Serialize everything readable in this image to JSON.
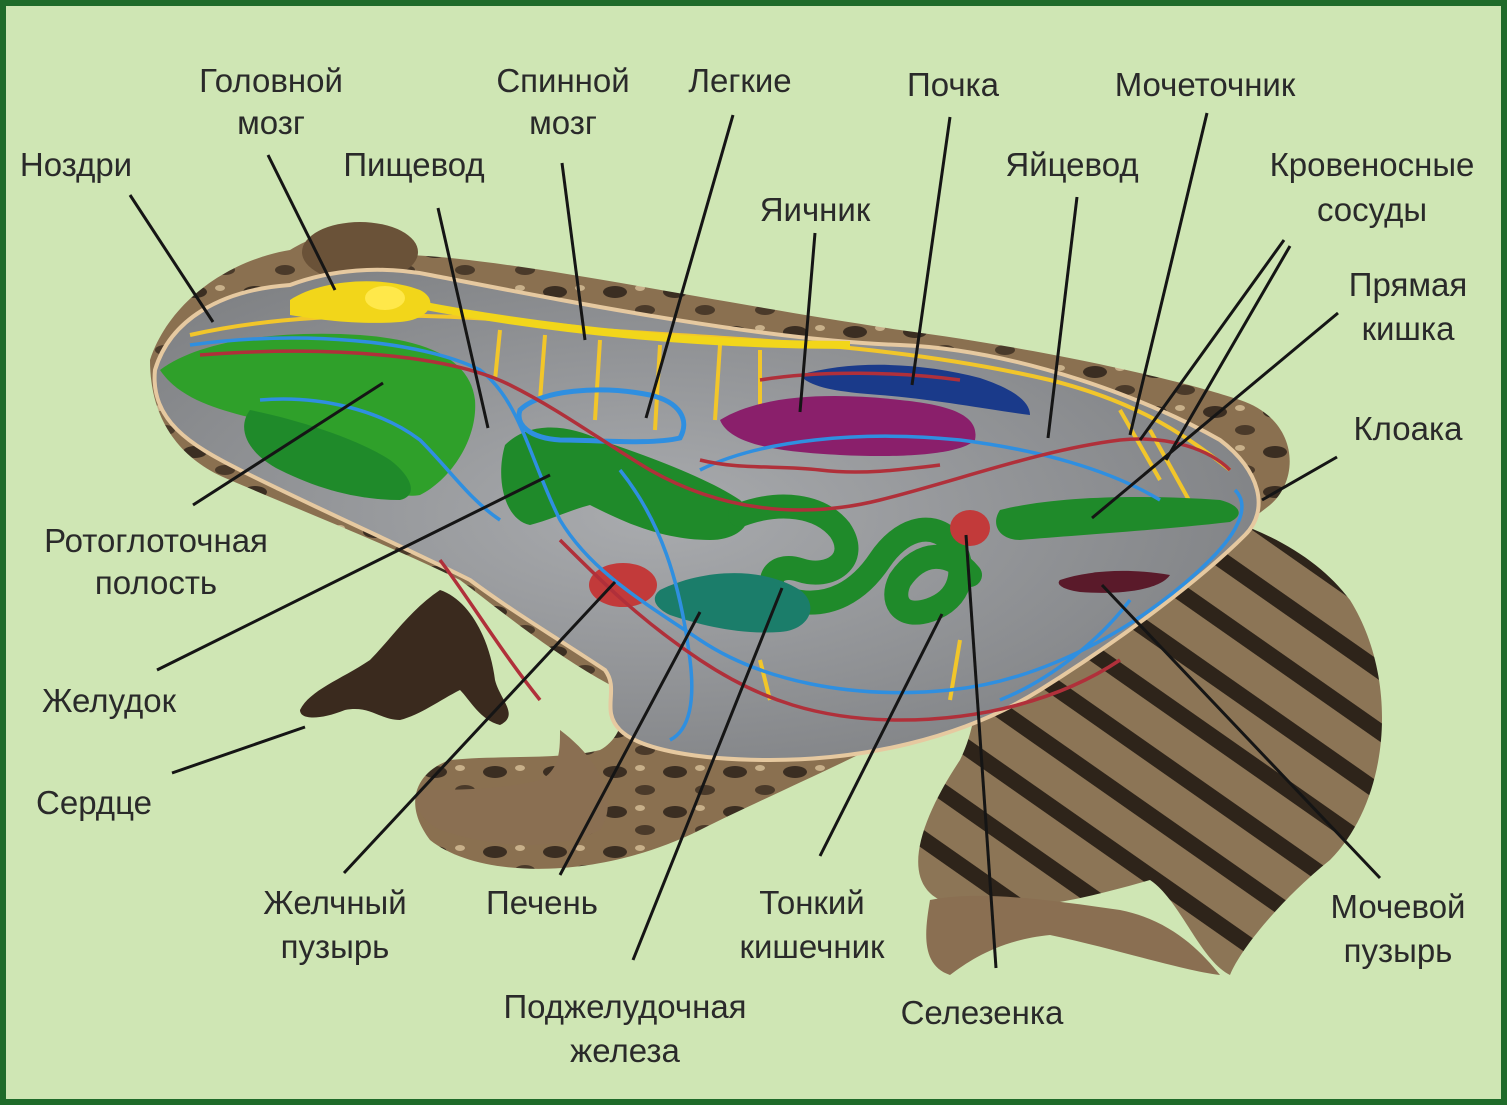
{
  "colors": {
    "background": "#cfe6b4",
    "frame": "#1f6b2a",
    "skin": "#7a6246",
    "skin_dark": "#3b2e22",
    "cavity": "#8d8f92",
    "digestive": "#1f8a2a",
    "mouth_cavity": "#3aa32a",
    "brain": "#f2d61a",
    "nerve": "#f2c62a",
    "vein": "#2f8fe0",
    "artery": "#b0303a",
    "ovary": "#8a1f6b",
    "pancreas": "#1b7d6a",
    "organ_red": "#c23a3a"
  },
  "labels": {
    "nostrils": "Ноздри",
    "brain_1": "Головной",
    "brain_2": "мозг",
    "esophagus": "Пищевод",
    "spinal_1": "Спинной",
    "spinal_2": "мозг",
    "lungs": "Легкие",
    "ovary": "Яичник",
    "kidney": "Почка",
    "oviduct": "Яйцевод",
    "ureter": "Мочеточник",
    "vessels_1": "Кровеносные",
    "vessels_2": "сосуды",
    "rectum_1": "Прямая",
    "rectum_2": "кишка",
    "cloaca": "Клоака",
    "oropharynx_1": "Ротоглоточная",
    "oropharynx_2": "полость",
    "stomach": "Желудок",
    "heart": "Сердце",
    "gallbladder_1": "Желчный",
    "gallbladder_2": "пузырь",
    "liver": "Печень",
    "pancreas_1": "Поджелудочная",
    "pancreas_2": "железа",
    "small_intestine_1": "Тонкий",
    "small_intestine_2": "кишечник",
    "spleen": "Селезенка",
    "bladder_1": "Мочевой",
    "bladder_2": "пузырь"
  }
}
